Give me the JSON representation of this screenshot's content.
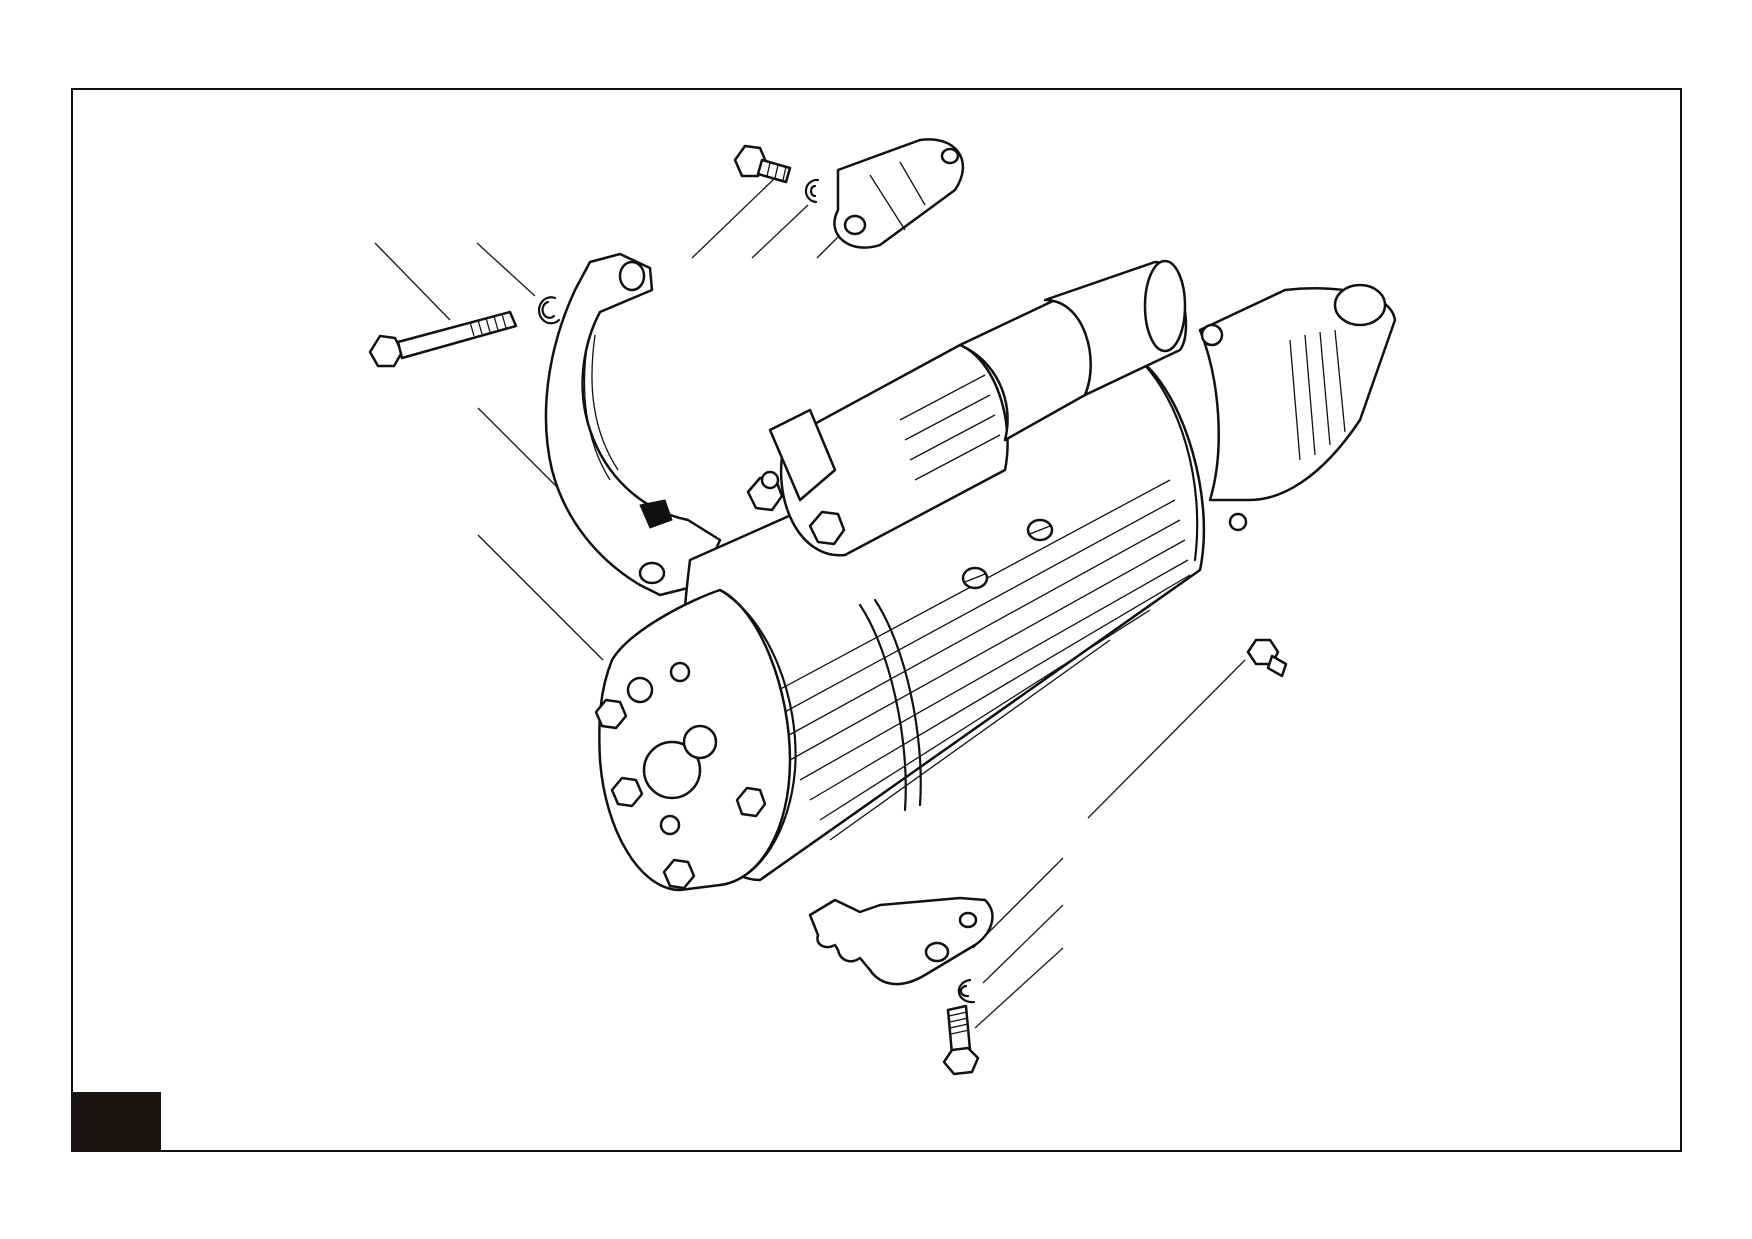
{
  "figure": {
    "description_colors": {
      "line": "#111111",
      "background": "#ffffff",
      "corner_block": "#1a1412"
    }
  },
  "parts": [
    {
      "name": "long-bolt"
    },
    {
      "name": "lock-washer-upper"
    },
    {
      "name": "upper-bracket-strap"
    },
    {
      "name": "small-bolt-upper"
    },
    {
      "name": "lock-washer-small"
    },
    {
      "name": "upper-support-block"
    },
    {
      "name": "rear-end-cover"
    },
    {
      "name": "drain-plug"
    },
    {
      "name": "lower-support-bracket"
    },
    {
      "name": "lock-washer-lower"
    },
    {
      "name": "bolt-lower"
    }
  ]
}
